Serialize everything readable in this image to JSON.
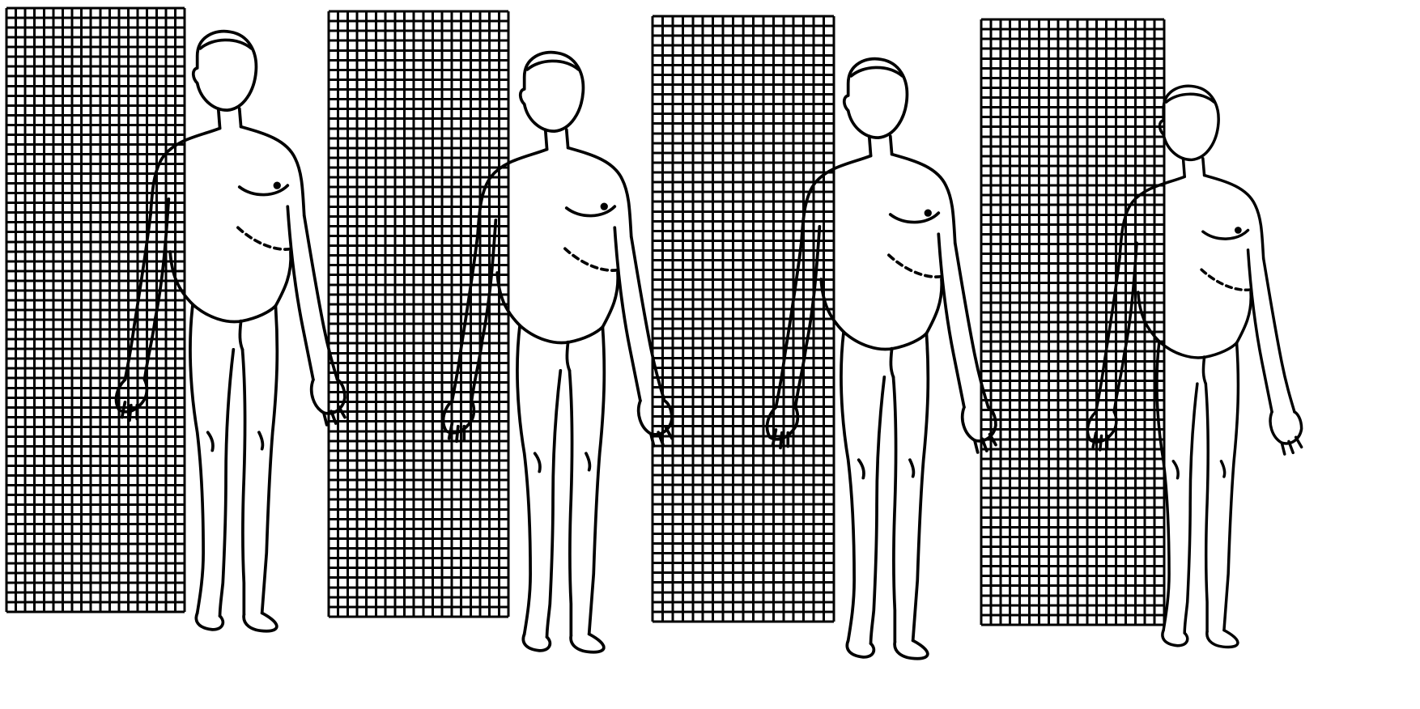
{
  "diagram": {
    "ink_color": "#000000",
    "paper_color": "#ffffff",
    "panels": [
      {
        "id": "panel-1",
        "grid_cols": 19,
        "grid_rows": 62,
        "overlay_side": "left"
      },
      {
        "id": "panel-2",
        "grid_cols": 19,
        "grid_rows": 62,
        "overlay_side": "left"
      },
      {
        "id": "panel-3",
        "grid_cols": 18,
        "grid_rows": 62,
        "overlay_side": "left"
      },
      {
        "id": "panel-4",
        "grid_cols": 19,
        "grid_rows": 62,
        "overlay_side": "left"
      }
    ]
  }
}
